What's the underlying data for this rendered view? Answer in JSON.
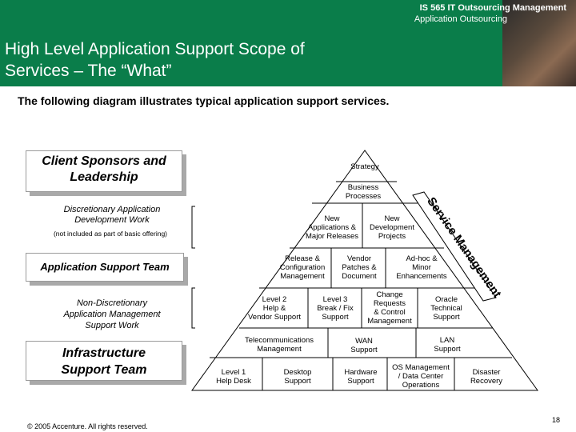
{
  "header": {
    "course": "IS 565 IT Outsourcing Management",
    "subtitle": "Application Outsourcing",
    "title_line1": "High Level Application Support Scope of",
    "title_line2": "Services – The “What”"
  },
  "intro": "The following diagram illustrates typical application support services.",
  "left_boxes": {
    "client_line1": "Client Sponsors and",
    "client_line2": "Leadership",
    "app_support_team": "Application Support Team",
    "infra_line1": "Infrastructure",
    "infra_line2": "Support Team"
  },
  "left_text": {
    "disc_line1": "Discretionary Application",
    "disc_line2": "Development Work",
    "disc_note": "(not included as part of basic offering)",
    "nondisc_line1": "Non-Discretionary",
    "nondisc_line2": "Application Management",
    "nondisc_line3": "Support Work"
  },
  "pyramid": {
    "strategy": "Strategy",
    "bp_line1": "Business",
    "bp_line2": "Processes",
    "new_apps_line1": "New",
    "new_apps_line2": "Applications &",
    "new_apps_line3": "Major Releases",
    "new_dev_line1": "New",
    "new_dev_line2": "Development",
    "new_dev_line3": "Projects",
    "release_line1": "Release &",
    "release_line2": "Configuration",
    "release_line3": "Management",
    "vendor_line1": "Vendor",
    "vendor_line2": "Patches &",
    "vendor_line3": "Document",
    "adhoc_line1": "Ad-hoc &",
    "adhoc_line2": "Minor",
    "adhoc_line3": "Enhancements",
    "l2_line1": "Level 2",
    "l2_line2": "Help &",
    "l2_line3": "Vendor Support",
    "l3_line1": "Level 3",
    "l3_line2": "Break / Fix",
    "l3_line3": "Support",
    "change_line1": "Change",
    "change_line2": "Requests",
    "change_line3": "& Control",
    "change_line4": "Management",
    "oracle_line1": "Oracle",
    "oracle_line2": "Technical",
    "oracle_line3": "Support",
    "telecom_line1": "Telecommunications",
    "telecom_line2": "Management",
    "wan_line1": "WAN",
    "wan_line2": "Support",
    "lan_line1": "LAN",
    "lan_line2": "Support",
    "l1_line1": "Level 1",
    "l1_line2": "Help Desk",
    "desktop_line1": "Desktop",
    "desktop_line2": "Support",
    "hardware_line1": "Hardware",
    "hardware_line2": "Support",
    "os_line1": "OS Management",
    "os_line2": "/ Data Center",
    "os_line3": "Operations",
    "disaster_line1": "Disaster",
    "disaster_line2": "Recovery"
  },
  "service_management": "Service Management",
  "copyright": "© 2005 Accenture. All rights reserved.",
  "page_number": "18",
  "colors": {
    "header_bg": "#0a7d4a",
    "box_shadow": "#a9a9a9"
  }
}
